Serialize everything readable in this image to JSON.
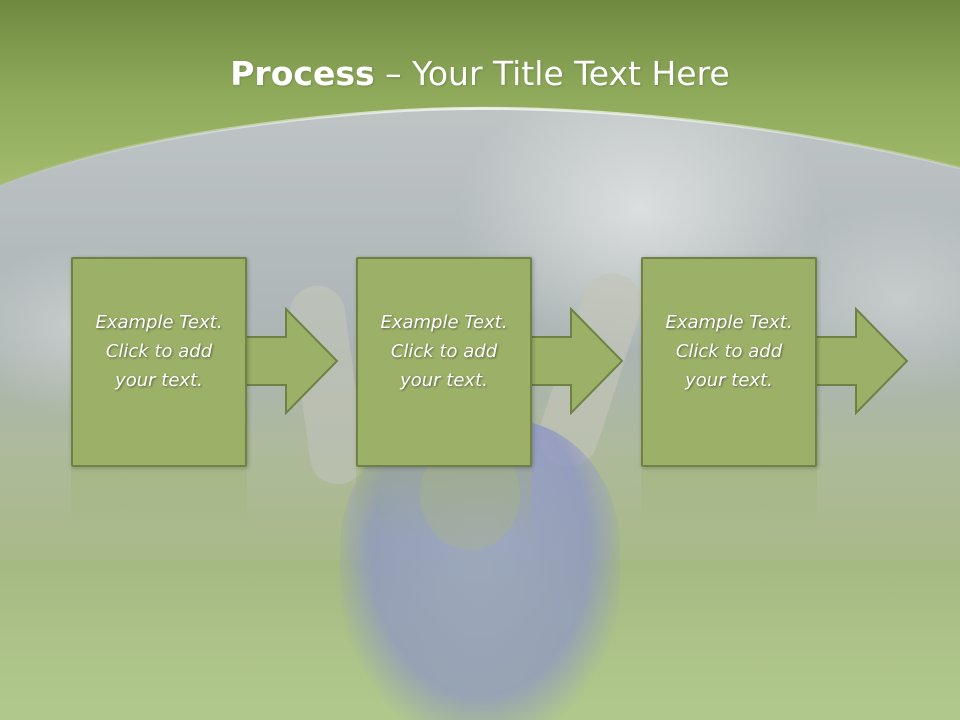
{
  "slide": {
    "title_bold": "Process",
    "title_rest": " – Your Title Text Here",
    "steps": [
      {
        "line1": "Example Text.",
        "line2": "Click  to add",
        "line3": "your text."
      },
      {
        "line1": "Example Text.",
        "line2": "Click  to add",
        "line3": "your text."
      },
      {
        "line1": "Example Text.",
        "line2": "Click  to add",
        "line3": "your text."
      }
    ]
  },
  "colors": {
    "header_green": "#8fa65a",
    "box_fill": "#9cb168",
    "box_border": "#6f8244",
    "text": "#ffffff"
  }
}
